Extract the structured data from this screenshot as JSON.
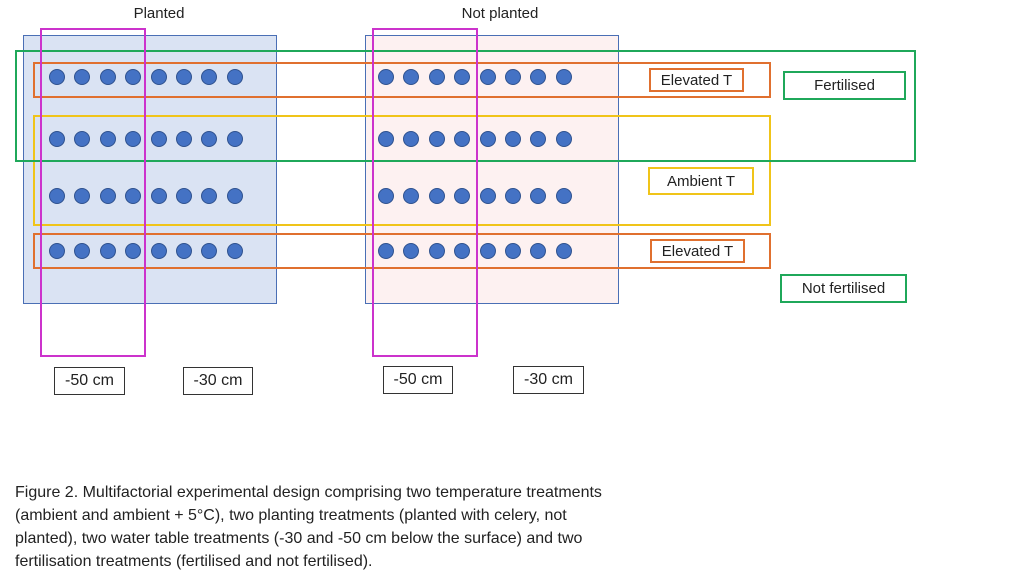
{
  "headings": {
    "planted": "Planted",
    "not_planted": "Not planted"
  },
  "labels": {
    "elevated_top": "Elevated T",
    "ambient": "Ambient T",
    "elevated_bottom": "Elevated T",
    "fertilised": "Fertilised",
    "not_fertilised": "Not fertilised"
  },
  "depths": [
    "-50 cm",
    "-30 cm",
    "-50 cm",
    "-30 cm"
  ],
  "plots": {
    "planted_rows": 4,
    "planted_cols": 8,
    "notplanted_rows": 4,
    "notplanted_cols": 8
  },
  "colors": {
    "planted_panel": "#dae3f3",
    "not_planted_panel": "#fdf1f1",
    "dot": "#4472c4",
    "water_table_column": "#cc33cc",
    "elevated": "#e0702f",
    "ambient": "#f0c419",
    "fertilised": "#1fa85a"
  },
  "caption": "Figure 2. Multifactorial experimental design comprising two temperature treatments (ambient and ambient + 5°C), two planting treatments (planted with celery, not planted), two water table treatments (-30 and -50 cm below the surface) and two fertilisation treatments (fertilised and not fertilised)."
}
